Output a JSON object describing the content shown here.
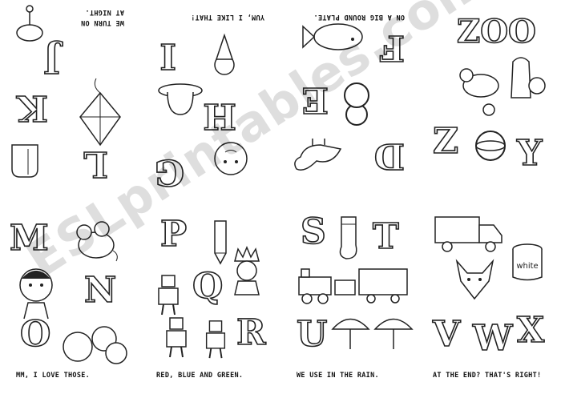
{
  "panels": [
    {
      "letters": [
        "J",
        "K",
        "L"
      ],
      "caption": "WE TURN ON\nAT NIGHT."
    },
    {
      "letters": [
        "G",
        "H",
        "I"
      ],
      "caption": "YUM, I LIKE THAT!"
    },
    {
      "letters": [
        "D",
        "E",
        "F"
      ],
      "caption": "ON A BIG ROUND PLATE."
    },
    {
      "letters": [
        "Y",
        "Z",
        "ZOO"
      ],
      "caption": ""
    },
    {
      "letters": [
        "M",
        "N",
        "O"
      ],
      "caption": "MM, I LOVE THOSE."
    },
    {
      "letters": [
        "P",
        "Q",
        "R"
      ],
      "caption": "RED, BLUE AND GREEN."
    },
    {
      "letters": [
        "S",
        "T",
        "U"
      ],
      "caption": "WE USE IN THE RAIN."
    },
    {
      "letters": [
        "V",
        "W",
        "X"
      ],
      "caption": "AT THE END? THAT'S RIGHT!"
    }
  ],
  "art_labels": {
    "paint_can": "white"
  },
  "icons": [
    "lamp-icon",
    "kite-icon",
    "glove-icon",
    "ice-cream-icon",
    "hat-icon",
    "face-icon",
    "fish-icon",
    "eight-icon",
    "dinosaur-icon",
    "animals-icon",
    "yoyo-icon",
    "mouse-icon",
    "boy-icon",
    "oranges-icon",
    "pencil-icon",
    "robot-icon",
    "queen-icon",
    "sock-icon",
    "train-icon",
    "umbrella-icon",
    "truck-icon",
    "fox-icon",
    "paint-can-icon"
  ],
  "watermark": "ESLprintables.com"
}
